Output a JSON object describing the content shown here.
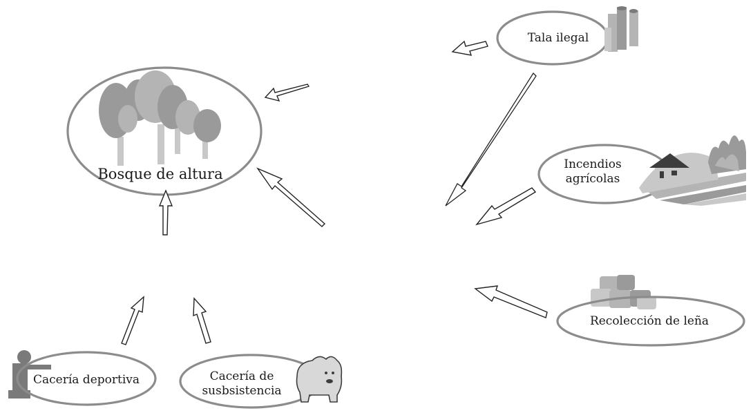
{
  "nodes": {
    "bosque": {
      "label": "Bosque de altura"
    },
    "tala": {
      "label": "Tala ilegal"
    },
    "incendios": {
      "line1": "Incendios",
      "line2": "agrícolas"
    },
    "lena": {
      "label": "Recolección de leña"
    },
    "caceria_deportiva": {
      "label": "Cacería deportiva"
    },
    "caceria_subsistencia": {
      "line1": "Cacería de",
      "line2": "susbsistencia"
    }
  },
  "icons": {
    "forest": "tree-cluster-icon",
    "logging": "log-stack-icon",
    "fire": "farm-fire-icon",
    "firewood": "firewood-pile-icon",
    "hunter": "hunter-icon",
    "bear": "bear-icon"
  },
  "colors": {
    "ellipse_stroke": "#8c8c8c",
    "arrow_stroke": "#222222",
    "text": "#1a1a1a"
  }
}
